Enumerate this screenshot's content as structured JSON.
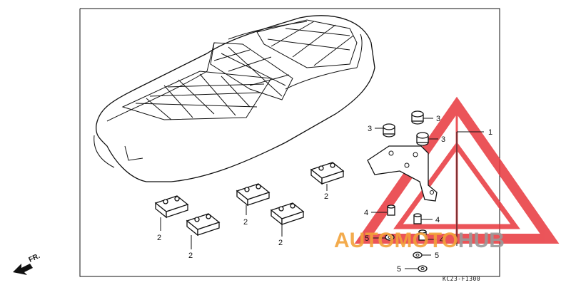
{
  "callouts": [
    {
      "id": "c1",
      "text": "1"
    },
    {
      "id": "c2a",
      "text": "2"
    },
    {
      "id": "c2b",
      "text": "2"
    },
    {
      "id": "c2c",
      "text": "2"
    },
    {
      "id": "c2d",
      "text": "2"
    },
    {
      "id": "c2e",
      "text": "2"
    },
    {
      "id": "c3a",
      "text": "3"
    },
    {
      "id": "c3b",
      "text": "3"
    },
    {
      "id": "c3c",
      "text": "3"
    },
    {
      "id": "c4a",
      "text": "4"
    },
    {
      "id": "c4b",
      "text": "4"
    },
    {
      "id": "c4c",
      "text": "4"
    },
    {
      "id": "c5a",
      "text": "5"
    },
    {
      "id": "c5b",
      "text": "5"
    },
    {
      "id": "c5c",
      "text": "5"
    }
  ],
  "diagram_code": "KC23-F1300",
  "direction_label": "FR.",
  "watermark": {
    "text_red": "AUTOMOTO",
    "text_gray": "HUB",
    "color_red": "#e8373d",
    "color_orange": "#f2a23a",
    "color_gray": "#9a9a9a"
  }
}
